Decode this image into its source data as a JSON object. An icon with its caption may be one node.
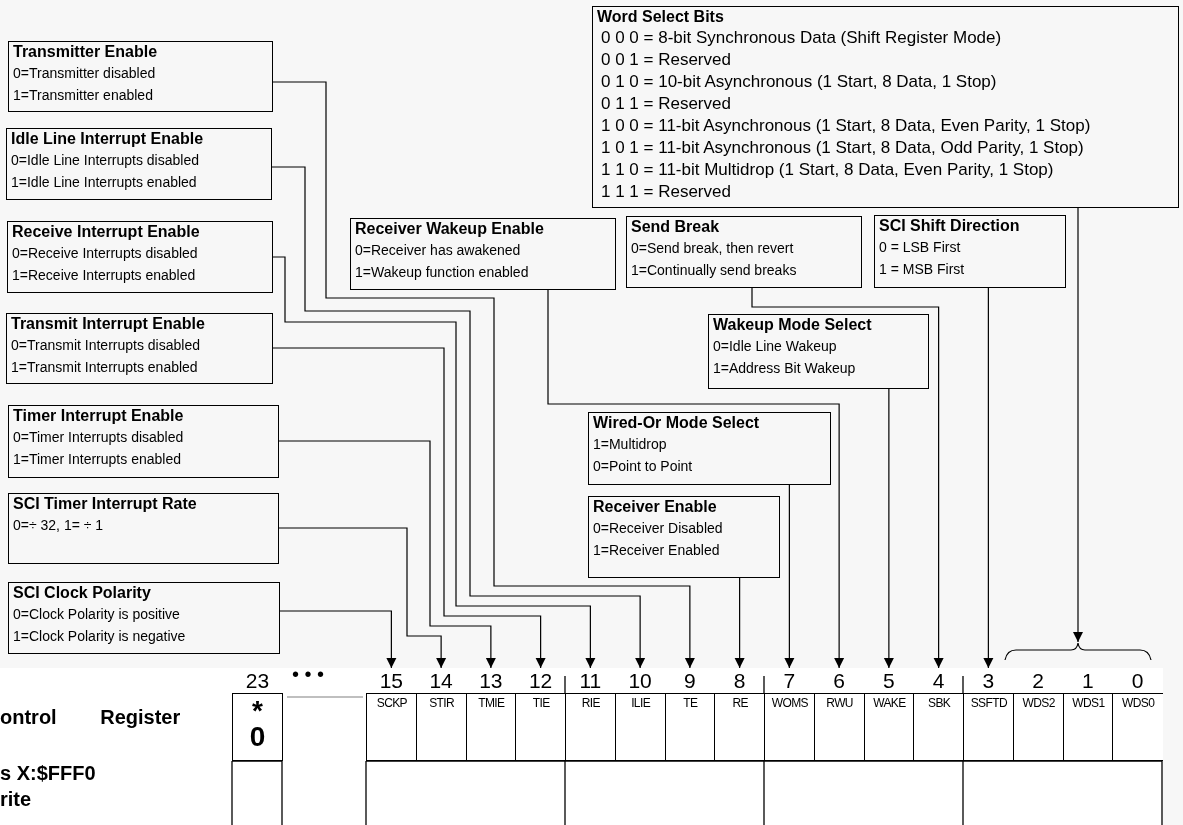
{
  "diagram": {
    "nodes": [
      {
        "text": [
          "Transmitter Enable",
          "0=Transmitter disabled",
          "1=Transmitter enabled"
        ]
      },
      {
        "text": [
          "Idle Line Interrupt Enable",
          "0=Idle Line Interrupts disabled",
          "1=Idle Line Interrupts enabled"
        ]
      },
      {
        "text": [
          "Receive Interrupt Enable",
          "0=Receive Interrupts disabled",
          "1=Receive Interrupts enabled"
        ]
      },
      {
        "text": [
          "Transmit Interrupt Enable",
          "0=Transmit Interrupts disabled",
          "1=Transmit Interrupts enabled"
        ]
      },
      {
        "text": [
          "Timer Interrupt Enable",
          "0=Timer Interrupts disabled",
          "1=Timer Interrupts enabled"
        ]
      },
      {
        "text": [
          "SCI Timer Interrupt Rate",
          "0=÷ 32, 1= ÷ 1"
        ]
      },
      {
        "text": [
          "SCI Clock Polarity",
          "0=Clock Polarity is positive",
          "1=Clock Polarity is negative"
        ]
      },
      {
        "text": [
          "Word Select Bits",
          "0 0 0 = 8-bit Synchronous Data (Shift Register Mode)",
          "0 0 1 = Reserved",
          "0 1 0 = 10-bit Asynchronous (1 Start, 8 Data, 1 Stop)",
          "0 1 1 = Reserved",
          "1 0 0 = 11-bit Asynchronous (1 Start, 8 Data, Even Parity, 1 Stop)",
          "1 0 1 = 11-bit Asynchronous (1 Start, 8 Data, Odd Parity, 1 Stop)",
          "1 1 0 = 11-bit Multidrop (1 Start, 8 Data, Even Parity, 1 Stop)",
          "1 1 1 = Reserved"
        ]
      },
      {
        "text": [
          "Receiver Wakeup Enable",
          "0=Receiver has awakened",
          "1=Wakeup function enabled"
        ]
      },
      {
        "text": [
          "Send Break",
          "0=Send break, then revert",
          "1=Continually send breaks"
        ]
      },
      {
        "text": [
          "SCI Shift Direction",
          "0 = LSB First",
          "1 = MSB First"
        ]
      },
      {
        "text": [
          "Wakeup Mode Select",
          "0=Idle Line Wakeup",
          "1=Address Bit Wakeup"
        ]
      },
      {
        "text": [
          "Wired-Or Mode Select",
          "1=Multidrop",
          "0=Point to Point"
        ]
      },
      {
        "text": [
          "Receiver Enable",
          "0=Receiver Disabled",
          "1=Receiver Enabled"
        ]
      },
      {
        "text": [
          "23",
          "*",
          "0"
        ]
      },
      {
        "text": [
          "15",
          "SCKP"
        ]
      },
      {
        "text": [
          "14",
          "STIR"
        ]
      },
      {
        "text": [
          "13",
          "TMIE"
        ]
      },
      {
        "text": [
          "12",
          "TIE"
        ]
      },
      {
        "text": [
          "11",
          "RIE"
        ]
      },
      {
        "text": [
          "10",
          "ILIE"
        ]
      },
      {
        "text": [
          "9",
          "TE"
        ]
      },
      {
        "text": [
          "8",
          "RE"
        ]
      },
      {
        "text": [
          "7",
          "WOMS"
        ]
      },
      {
        "text": [
          "6",
          "RWU"
        ]
      },
      {
        "text": [
          "5",
          "WAKE"
        ]
      },
      {
        "text": [
          "4",
          "SBK"
        ]
      },
      {
        "text": [
          "3",
          "SSFTD"
        ]
      },
      {
        "text": [
          "2",
          "WDS2"
        ]
      },
      {
        "text": [
          "1",
          "WDS1"
        ]
      },
      {
        "text": [
          "0",
          "WDS0"
        ]
      },
      {
        "text": [],
        "shape": "brace"
      }
    ],
    "edges": [
      {
        "from": 0,
        "to": 21,
        "arrow": "to"
      },
      {
        "from": 1,
        "to": 20,
        "arrow": "to"
      },
      {
        "from": 2,
        "to": 19,
        "arrow": "to"
      },
      {
        "from": 3,
        "to": 18,
        "arrow": "to"
      },
      {
        "from": 4,
        "to": 17,
        "arrow": "to"
      },
      {
        "from": 5,
        "to": 16,
        "arrow": "to"
      },
      {
        "from": 6,
        "to": 15,
        "arrow": "to"
      },
      {
        "from": 7,
        "to": 31,
        "arrow": "to"
      },
      {
        "from": 8,
        "to": 24,
        "arrow": "to"
      },
      {
        "from": 9,
        "to": 26,
        "arrow": "to"
      },
      {
        "from": 10,
        "to": 27,
        "arrow": "to"
      },
      {
        "from": 11,
        "to": 25,
        "arrow": "to"
      },
      {
        "from": 12,
        "to": 23,
        "arrow": "to"
      },
      {
        "from": 13,
        "to": 22,
        "arrow": "to"
      }
    ],
    "labels": [
      "• • •",
      "ontrol Register",
      "s X:$FFF0",
      "rite"
    ]
  }
}
